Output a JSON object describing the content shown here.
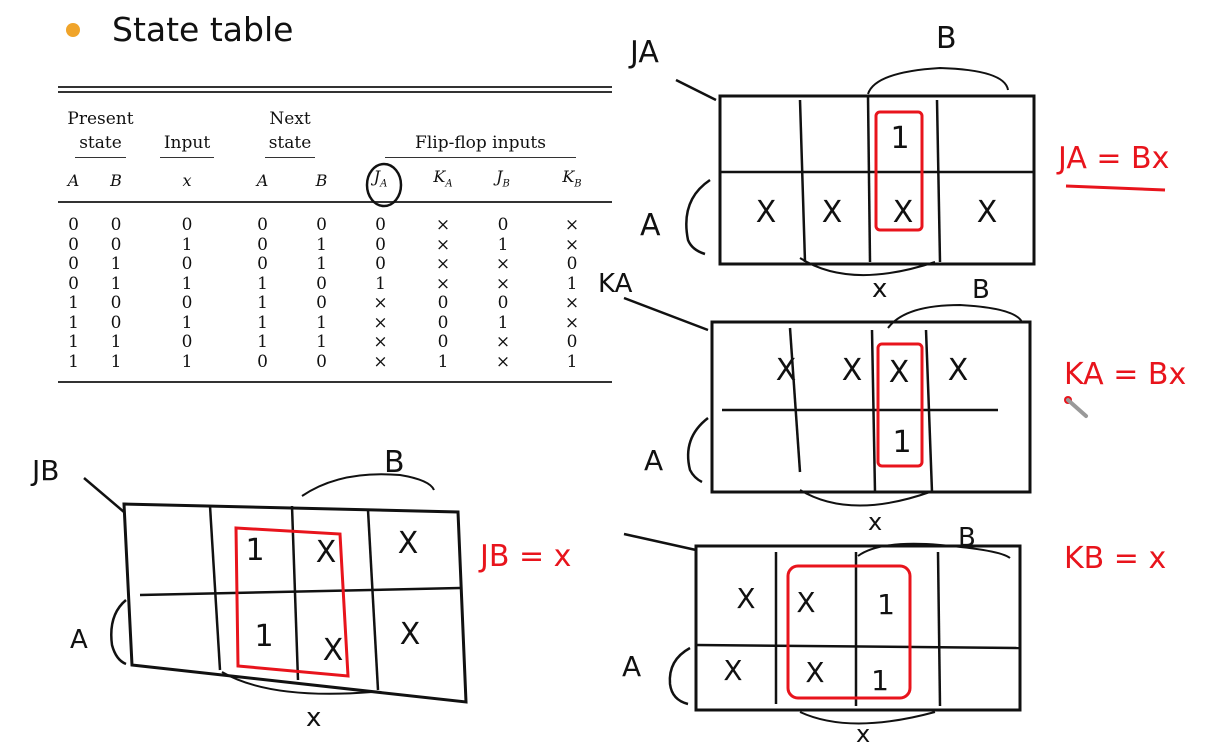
{
  "heading": {
    "title": "State table",
    "bullet_color": "#f0a42a"
  },
  "table": {
    "group_headers": {
      "present_line1": "Present",
      "present_line2": "state",
      "input": "Input",
      "next_line1": "Next",
      "next_line2": "state",
      "ff_inputs": "Flip-flop inputs"
    },
    "col_headers": [
      "A",
      "B",
      "x",
      "A",
      "B",
      "J",
      "K",
      "J",
      "K"
    ],
    "col_subscripts": [
      "",
      "",
      "",
      "",
      "",
      "A",
      "A",
      "B",
      "B"
    ],
    "rows": [
      [
        "0",
        "0",
        "0",
        "0",
        "0",
        "0",
        "×",
        "0",
        "×"
      ],
      [
        "0",
        "0",
        "1",
        "0",
        "1",
        "0",
        "×",
        "1",
        "×"
      ],
      [
        "0",
        "1",
        "0",
        "0",
        "1",
        "0",
        "×",
        "×",
        "0"
      ],
      [
        "0",
        "1",
        "1",
        "1",
        "0",
        "1",
        "×",
        "×",
        "1"
      ],
      [
        "1",
        "0",
        "0",
        "1",
        "0",
        "×",
        "0",
        "0",
        "×"
      ],
      [
        "1",
        "0",
        "1",
        "1",
        "1",
        "×",
        "0",
        "1",
        "×"
      ],
      [
        "1",
        "1",
        "0",
        "1",
        "1",
        "×",
        "0",
        "×",
        "0"
      ],
      [
        "1",
        "1",
        "1",
        "0",
        "0",
        "×",
        "1",
        "×",
        "1"
      ]
    ]
  },
  "kmaps": {
    "ja": {
      "name": "JA",
      "var_a": "A",
      "var_b": "B",
      "var_x": "x",
      "row0": [
        "",
        "",
        "1",
        ""
      ],
      "row1": [
        "X",
        "X",
        "X",
        "X"
      ],
      "equation": "JA = Bx"
    },
    "ka": {
      "name": "KA",
      "var_a": "A",
      "var_b": "B",
      "var_x": "x",
      "row0": [
        "X",
        "X",
        "X",
        "X"
      ],
      "row1": [
        "",
        "",
        "1",
        ""
      ],
      "equation": "KA = Bx"
    },
    "jb": {
      "name": "JB",
      "var_a": "A",
      "var_b": "B",
      "var_x": "x",
      "row0": [
        "",
        "1",
        "X",
        "X"
      ],
      "row1": [
        "",
        "1",
        "X",
        "X"
      ],
      "equation": "JB = x"
    },
    "kb": {
      "name": "KB",
      "var_a": "A",
      "var_b": "B",
      "var_x": "x",
      "row0": [
        "X",
        "X",
        "1",
        ""
      ],
      "row1": [
        "X",
        "X",
        "1",
        ""
      ],
      "equation": "KB = x"
    }
  },
  "colors": {
    "ink": "#111111",
    "annotation_red": "#e8141c"
  }
}
